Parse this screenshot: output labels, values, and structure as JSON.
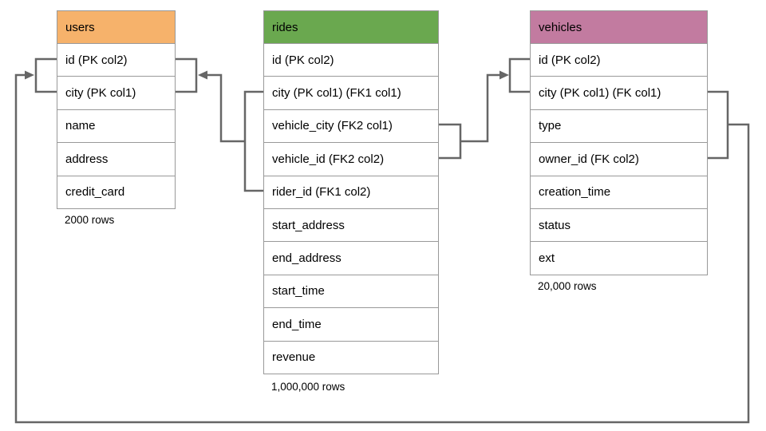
{
  "diagram": {
    "tables": [
      {
        "name": "users",
        "columns": [
          "id (PK col2)",
          "city (PK col1)",
          "name",
          "address",
          "credit_card"
        ],
        "row_count_label": "2000 rows"
      },
      {
        "name": "rides",
        "columns": [
          "id (PK col2)",
          "city (PK col1) (FK1 col1)",
          "vehicle_city (FK2 col1)",
          "vehicle_id (FK2 col2)",
          "rider_id (FK1 col2)",
          "start_address",
          "end_address",
          "start_time",
          "end_time",
          "revenue"
        ],
        "row_count_label": "1,000,000 rows"
      },
      {
        "name": "vehicles",
        "columns": [
          "id (PK col2)",
          "city (PK col1) (FK col1)",
          "type",
          "owner_id (FK col2)",
          "creation_time",
          "status",
          "ext"
        ],
        "row_count_label": "20,000 rows"
      }
    ],
    "relationships": [
      {
        "name": "FK1",
        "from_table": "rides",
        "from_columns": [
          "city",
          "rider_id"
        ],
        "to_table": "users",
        "to_columns": [
          "id",
          "city"
        ]
      },
      {
        "name": "FK2",
        "from_table": "rides",
        "from_columns": [
          "vehicle_city",
          "vehicle_id"
        ],
        "to_table": "vehicles",
        "to_columns": [
          "id",
          "city"
        ]
      },
      {
        "name": "FK",
        "from_table": "vehicles",
        "from_columns": [
          "city",
          "owner_id"
        ],
        "to_table": "users",
        "to_columns": [
          "id",
          "city"
        ]
      }
    ]
  },
  "colors": {
    "users_header": "#F6B26B",
    "rides_header": "#6AA84F",
    "vehicles_header": "#C27BA0",
    "table_border": "#999999",
    "connector": "#666666",
    "text": "#000000",
    "background": "#FFFFFF"
  }
}
